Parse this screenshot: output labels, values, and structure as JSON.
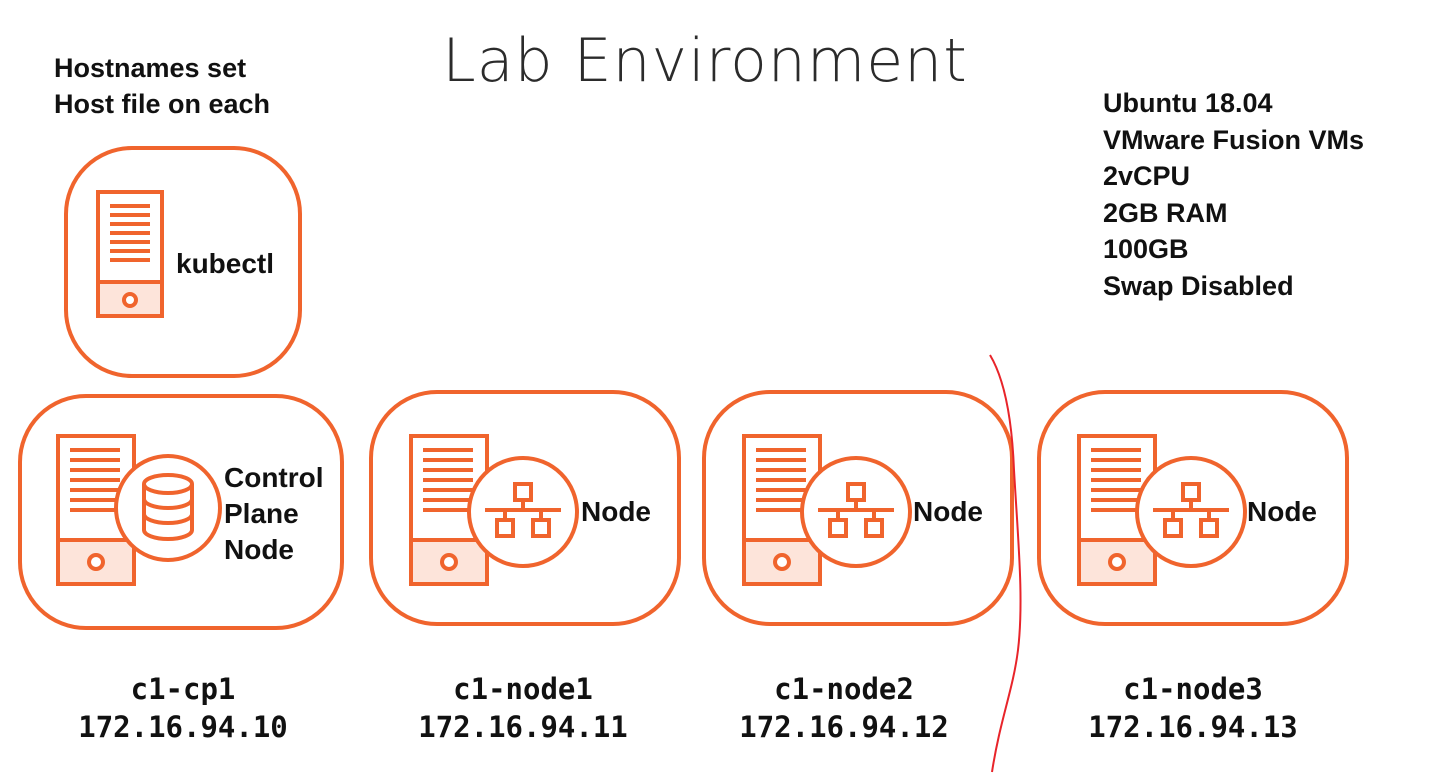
{
  "title": "Lab Environment",
  "notes_left": [
    "Hostnames set",
    "Host file on each"
  ],
  "notes_right": [
    "Ubuntu 18.04",
    "VMware Fusion VMs",
    "2vCPU",
    "2GB RAM",
    "100GB",
    "Swap Disabled"
  ],
  "kubectl_box": {
    "label": "kubectl"
  },
  "nodes": [
    {
      "label": "Control Plane Node",
      "label_lines": [
        "Control",
        "Plane",
        "Node"
      ],
      "hostname": "c1-cp1",
      "ip": "172.16.94.10"
    },
    {
      "label": "Node",
      "hostname": "c1-node1",
      "ip": "172.16.94.11"
    },
    {
      "label": "Node",
      "hostname": "c1-node2",
      "ip": "172.16.94.12"
    },
    {
      "label": "Node",
      "hostname": "c1-node3",
      "ip": "172.16.94.13"
    }
  ],
  "colors": {
    "accent": "#f0642d",
    "accent_light": "#fde4da",
    "annotation": "#e8242a",
    "text": "#111111"
  }
}
